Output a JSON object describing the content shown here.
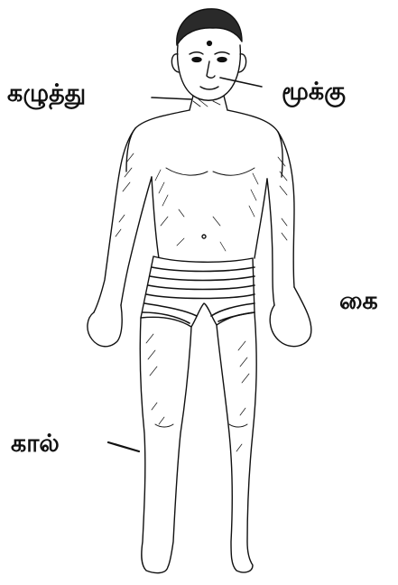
{
  "labels": {
    "neck": "கழுத்து",
    "nose": "மூக்கு",
    "hand": "கை",
    "leg": "கால்"
  },
  "colors": {
    "ink": "#111111",
    "background": "#ffffff"
  }
}
